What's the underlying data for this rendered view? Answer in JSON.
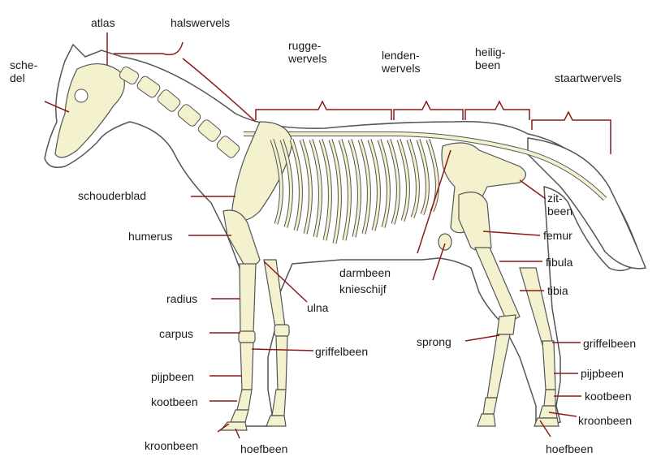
{
  "colors": {
    "bone": "#f4f1cf",
    "outline": "#555555",
    "leader": "#8b1a1a",
    "text": "#1a1a1a"
  },
  "labels": {
    "atlas": "atlas",
    "halswervels": "halswervels",
    "schedel": "sche-\ndel",
    "ruggewervels": "rugge-\nwervels",
    "lendenwervels": "lenden-\nwervels",
    "heiligbeen": "heilig-\nbeen",
    "staartwervels": "staartwervels",
    "schouderblad": "schouderblad",
    "humerus": "humerus",
    "radius": "radius",
    "ulna": "ulna",
    "carpus": "carpus",
    "griffelbeen_front": "griffelbeen",
    "pijpbeen_front": "pijpbeen",
    "kootbeen_front": "kootbeen",
    "kroonbeen_front": "kroonbeen",
    "hoefbeen_front": "hoefbeen",
    "darmbeen": "darmbeen",
    "knieschijf": "knieschijf",
    "zitbeen": "zit-\nbeen",
    "femur": "femur",
    "fibula": "fibula",
    "tibia": "tibia",
    "sprong": "sprong",
    "griffelbeen_hind": "griffelbeen",
    "pijpbeen_hind": "pijpbeen",
    "kootbeen_hind": "kootbeen",
    "kroonbeen_hind": "kroonbeen",
    "hoefbeen_hind": "hoefbeen"
  }
}
